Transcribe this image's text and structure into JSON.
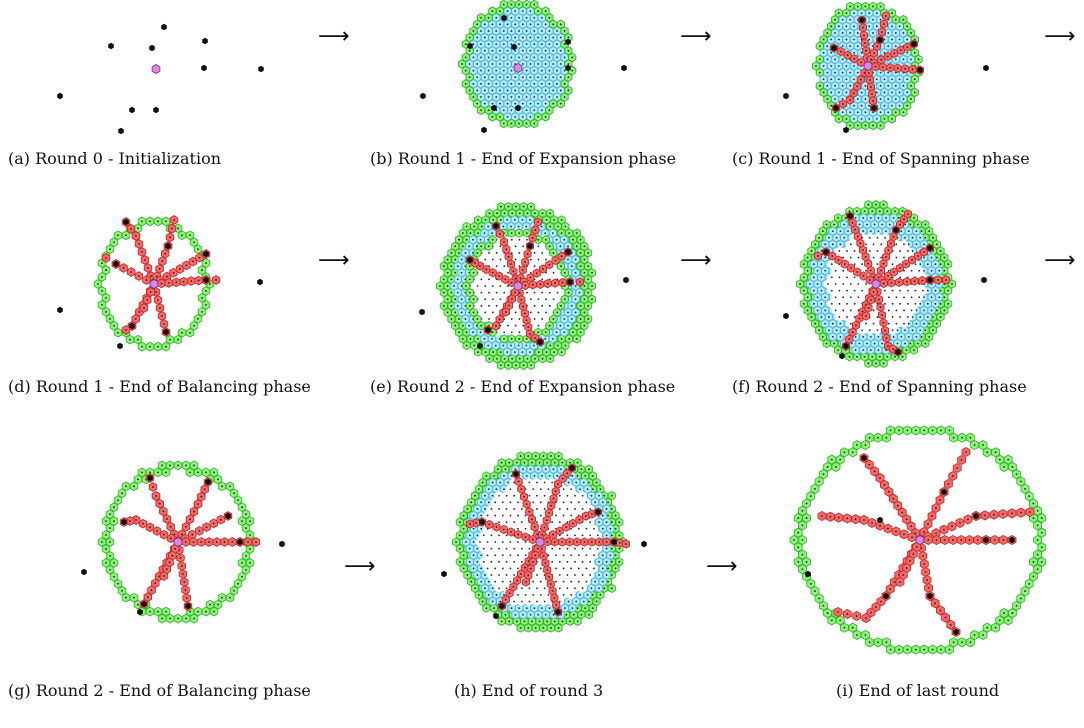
{
  "figure": {
    "arrow_glyph": "⟶",
    "colors": {
      "blue_hex": "#b3ecfb",
      "blue_stroke": "#4fb6e6",
      "green_hex": "#8ff27a",
      "green_stroke": "#2fae2a",
      "red_hex": "#f26a6a",
      "red_stroke": "#c02222",
      "black_dot": "#111111",
      "leader": "#d58ae0"
    },
    "panels": [
      {
        "caption": "(a) Round 0 - Initialization"
      },
      {
        "caption": "(b) Round 1 - End of Expansion phase"
      },
      {
        "caption": "(c) Round 1 - End of Spanning phase"
      },
      {
        "caption": "(d) Round 1 - End of Balancing phase"
      },
      {
        "caption": "(e) Round 2 - End of Expansion phase"
      },
      {
        "caption": "(f) Round 2 - End of Spanning phase"
      },
      {
        "caption": "(g) Round 2 - End of Balancing phase"
      },
      {
        "caption": "(h) End of round 3"
      },
      {
        "caption": "(i) End of last round"
      }
    ]
  }
}
